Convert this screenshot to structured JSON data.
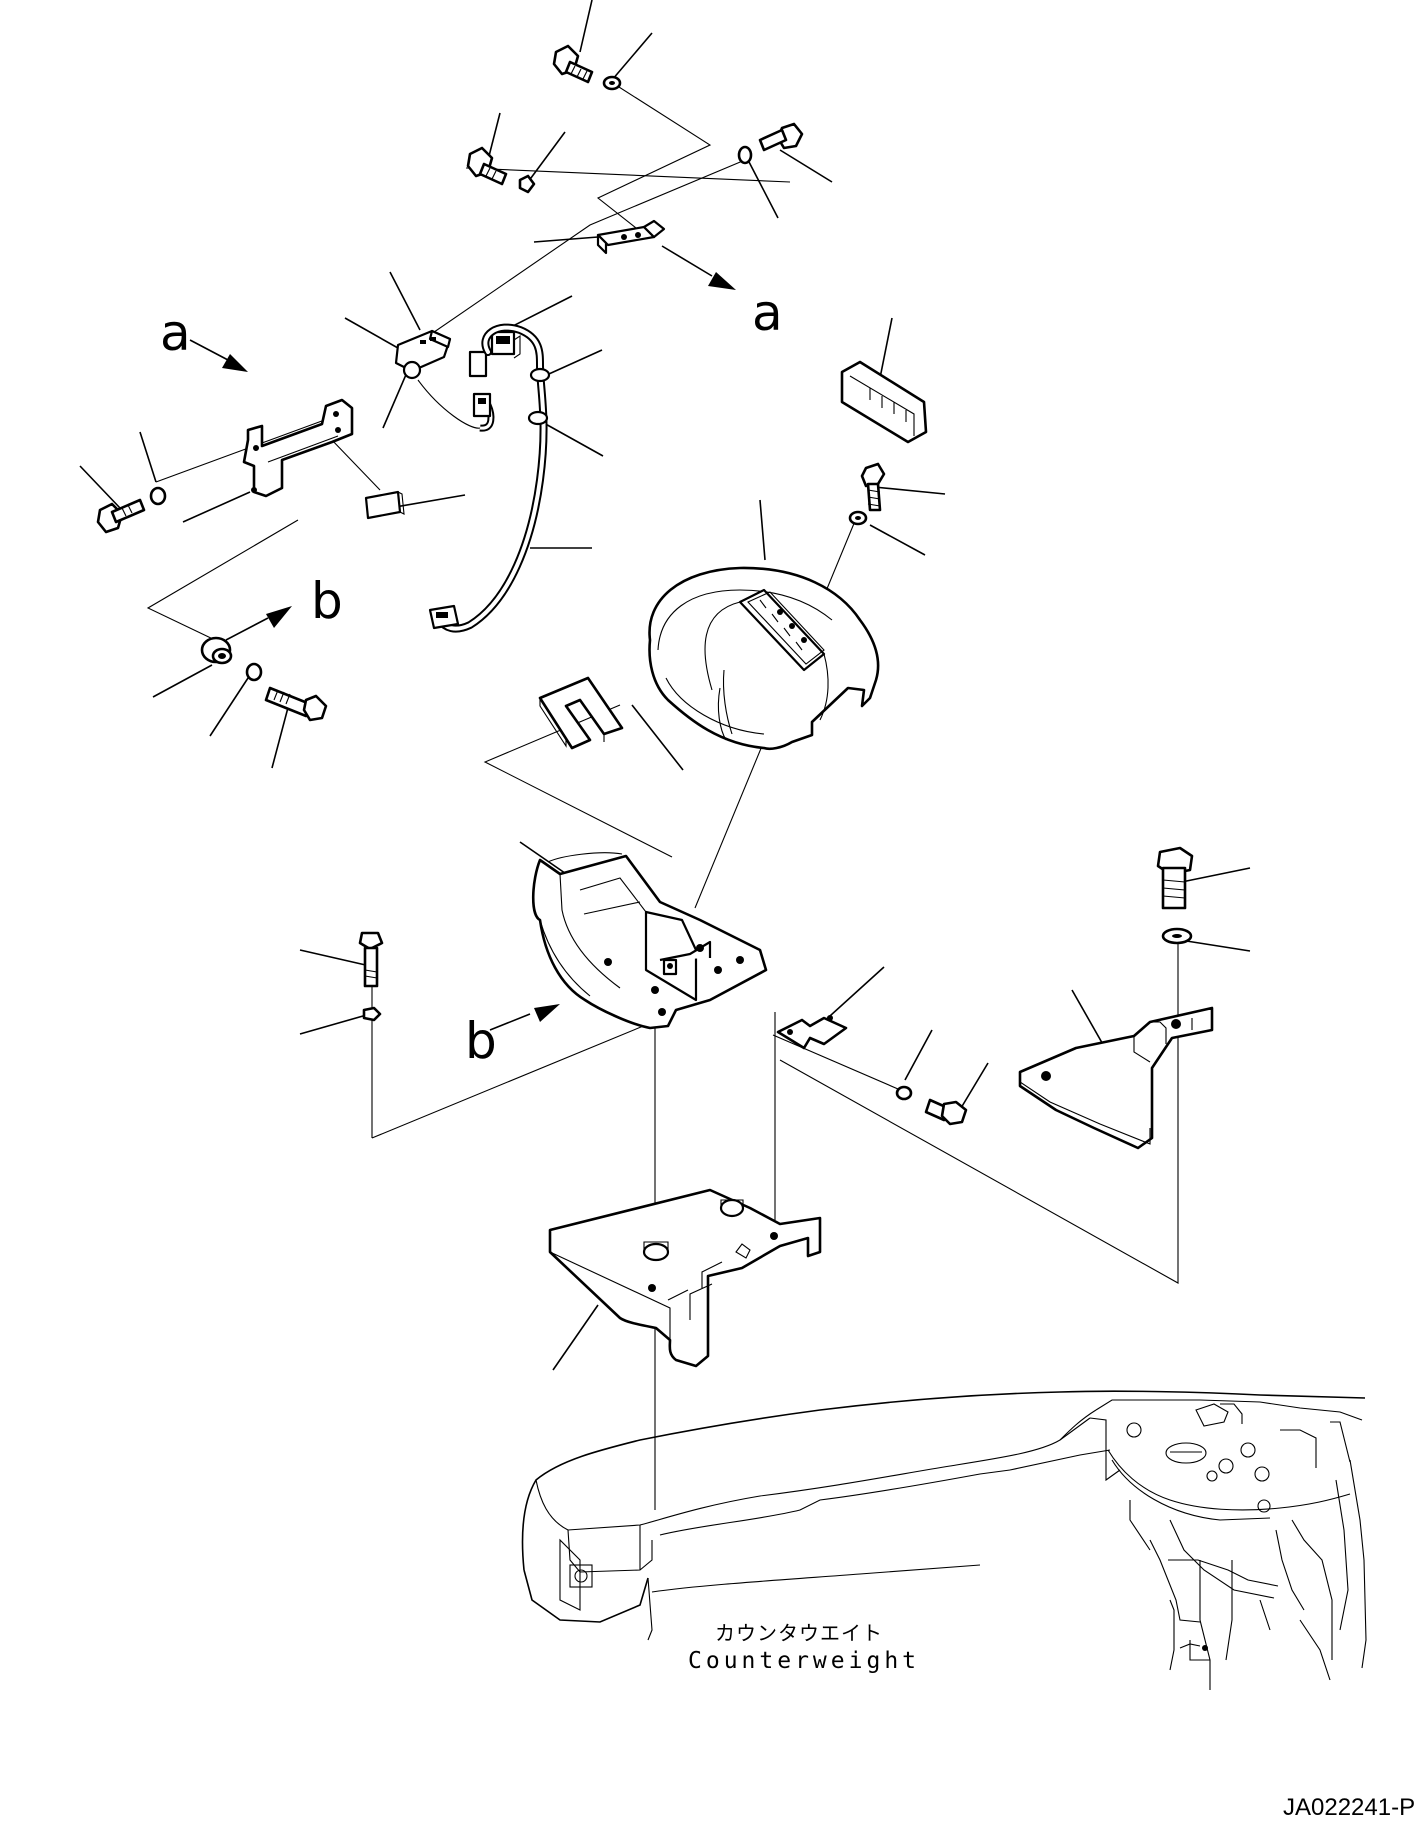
{
  "view_marks": [
    "a",
    "a",
    "b",
    "b"
  ],
  "counterweight": {
    "label_ja": "カウンタウエイト",
    "label_en": "Counterweight"
  },
  "drawing_code": "JA022241-P"
}
